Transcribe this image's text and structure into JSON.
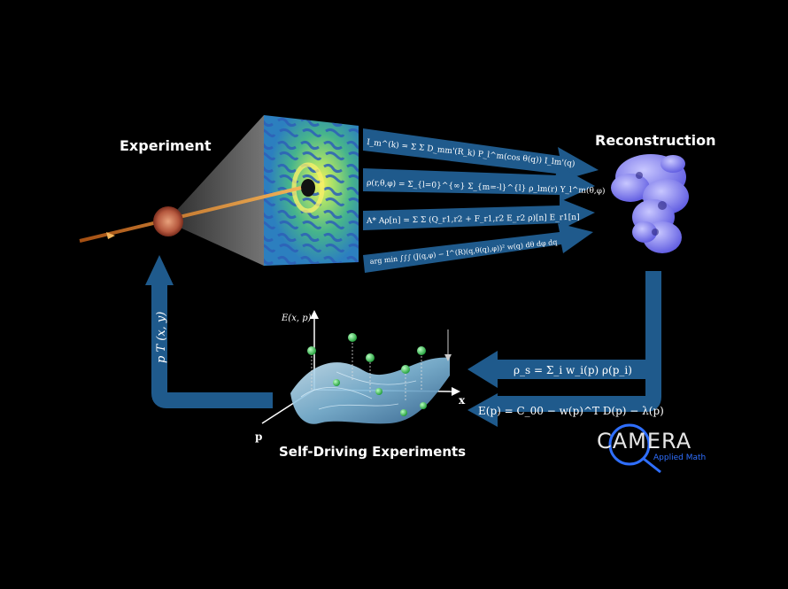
{
  "labels": {
    "experiment": "Experiment",
    "reconstruction": "Reconstruction",
    "self_driving": "Self-Driving Experiments"
  },
  "equations": {
    "eq1": "I_m^(k) = Σ Σ D_mm'(R_k) P_l^m(cos θ(q)) I_lm'(q)",
    "eq2": "ρ(r,θ,φ) = Σ_{l=0}^{∞} Σ_{m=-l}^{l} ρ_lm(r) Y_l^m(θ,φ)",
    "eq3": "A* Aρ[n] = Σ Σ (Q_r1,r2 + F_r1,r2 E_r2 ρ)[n] E_r1[n]",
    "eq4": "arg min ∫∫∫ (J(q,φ) − I^(R)(q,θ(q),φ))² w(q) dθ dφ dq",
    "rho_s": "ρ_s = Σ_i w_i(p) ρ(p_i)",
    "energy": "E(p) = C_00 − w(p)^T D(p) − λ(p)"
  },
  "surface_axes": {
    "z": "E(x, p)",
    "x": "x",
    "p": "p"
  },
  "left_arrow_label": "p  T  (x, y)",
  "logo": {
    "word": "CAMERA",
    "sub": "Applied Math"
  },
  "colors": {
    "arrow_blue": "#1f5a8c",
    "arrow_dark": "#103b63",
    "beam": "#e39a3c",
    "protein": "#7f7df5",
    "point": "#27c34a",
    "logo_blue": "#2f6fff"
  }
}
